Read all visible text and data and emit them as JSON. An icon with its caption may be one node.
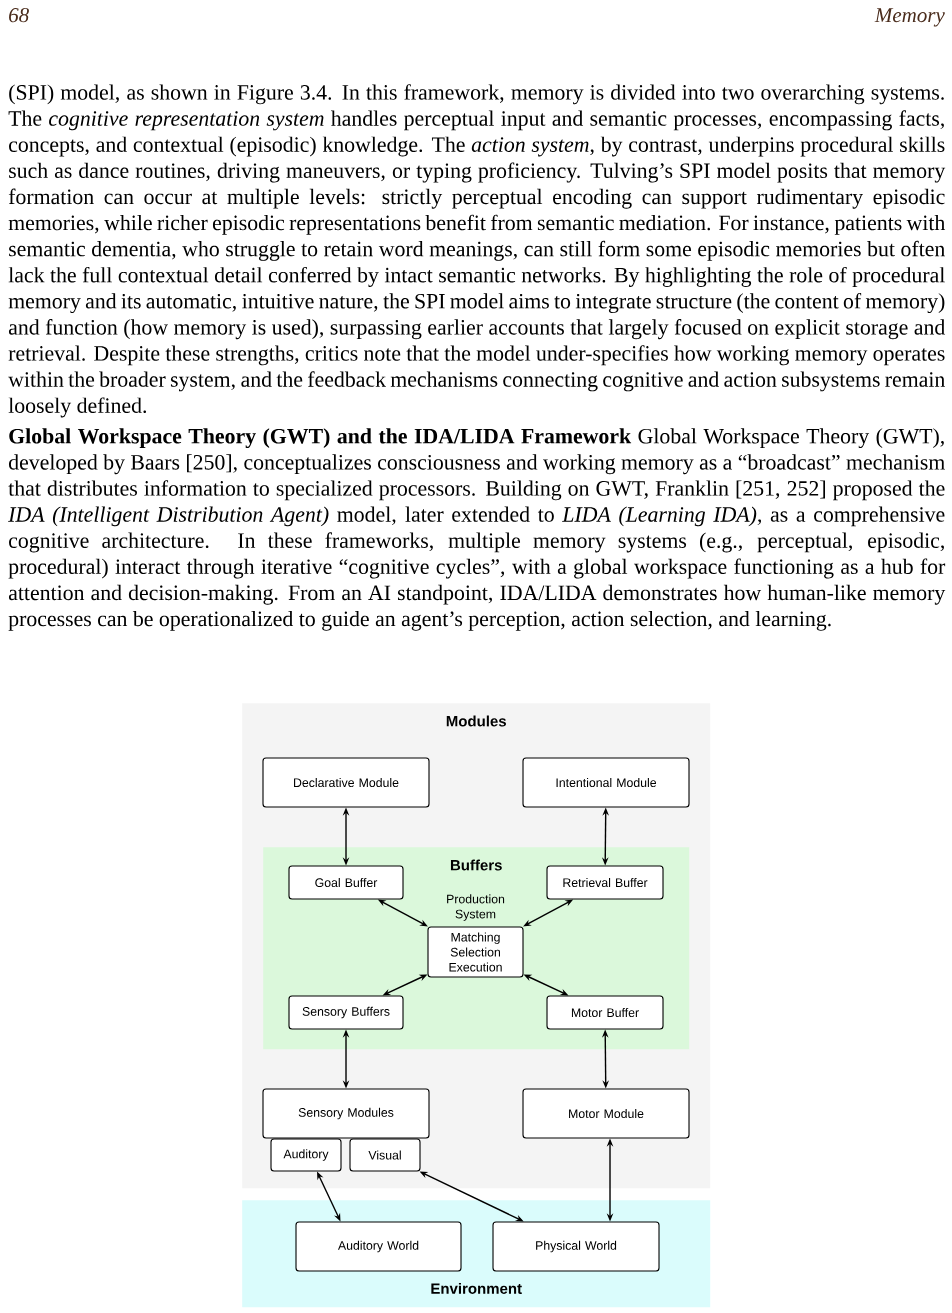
{
  "diagram": {
    "nodes": [
      {
        "text": [
          "Modules"
        ]
      },
      {
        "text": [
          "Declarative Module"
        ],
        "in": 0
      },
      {
        "text": [
          "Intentional Module"
        ],
        "in": 0
      },
      {
        "text": [
          "Buffers"
        ],
        "in": 0
      },
      {
        "text": [
          "Goal Buffer"
        ],
        "in": 3
      },
      {
        "text": [
          "Retrieval Buffer"
        ],
        "in": 3
      },
      {
        "text": [
          "Production System",
          "Matching Selection Execution"
        ],
        "in": 3
      },
      {
        "text": [
          "Sensory Buffers"
        ],
        "in": 3
      },
      {
        "text": [
          "Motor Buffer"
        ],
        "in": 3
      },
      {
        "text": [
          "Sensory Modules"
        ],
        "in": 0
      },
      {
        "text": [
          "Motor Module"
        ],
        "in": 0
      },
      {
        "text": [
          "Auditory"
        ],
        "in": 0
      },
      {
        "text": [
          "Visual"
        ],
        "in": 0
      },
      {
        "text": [
          "Environment"
        ]
      },
      {
        "text": [
          "Auditory World"
        ],
        "in": 13
      },
      {
        "text": [
          "Physical World"
        ],
        "in": 13
      }
    ],
    "edges": [
      {
        "from": 1,
        "to": 4,
        "arrow": "both"
      },
      {
        "from": 2,
        "to": 5,
        "arrow": "both"
      },
      {
        "from": 4,
        "to": 6,
        "arrow": "both"
      },
      {
        "from": 5,
        "to": 6,
        "arrow": "both"
      },
      {
        "from": 6,
        "to": 7,
        "arrow": "both"
      },
      {
        "from": 6,
        "to": 8,
        "arrow": "both"
      },
      {
        "from": 7,
        "to": 9,
        "arrow": "both"
      },
      {
        "from": 8,
        "to": 10,
        "arrow": "both"
      },
      {
        "from": 11,
        "to": 14,
        "arrow": "both"
      },
      {
        "from": 12,
        "to": 15,
        "arrow": "both"
      },
      {
        "from": 10,
        "to": 15,
        "arrow": "both"
      }
    ],
    "labels": [
      "68",
      "Memory",
      "(SPI) model, as shown in Figure 3.4. In this framework, memory is divided into two overarching systems. The *cognitive representation system* handles perceptual input and semantic processes, encompassing facts, concepts, and contextual (episodic) knowledge. The *action system*, by contrast, underpins procedural skills such as dance routines, driving maneuvers, or typing proficiency. Tulving’s SPI model posits that memory formation can occur at multiple levels: strictly perceptual encoding can support rudimentary episodic memories, while richer episodic representations benefit from semantic mediation. For instance, patients with semantic dementia, who struggle to retain word meanings, can still form some episodic memories but often lack the full contextual detail conferred by intact semantic networks. By highlighting the role of procedural memory and its automatic, intuitive nature, the SPI model aims to integrate structure (the content of memory) and function (how memory is used), surpassing earlier accounts that largely focused on explicit storage and retrieval. Despite these strengths, critics note that the model under-specifies how working memory operates within the broader system, and the feedback mechanisms connecting cognitive and action subsystems remain loosely defined.",
      "**Global Workspace Theory (GWT) and the IDA/LIDA Framework** Global Workspace Theory (GWT), developed by Baars [250], conceptualizes consciousness and working memory as a “broadcast” mechanism that distributes information to specialized processors. Building on GWT, Franklin [251, 252] proposed the *IDA (Intelligent Distribution Agent)* model, later extended to *LIDA (Learning IDA)*, as a comprehensive cognitive architecture. In these frameworks, multiple memory systems (e.g., perceptual, episodic, procedural) interact through iterative “cognitive cycles”, with a global workspace functioning as a hub for attention and decision-making. From an AI standpoint, IDA/LIDA demonstrates how human-like memory processes can be operationalized to guide an agent’s perception, action selection, and learning."
    ]
  }
}
